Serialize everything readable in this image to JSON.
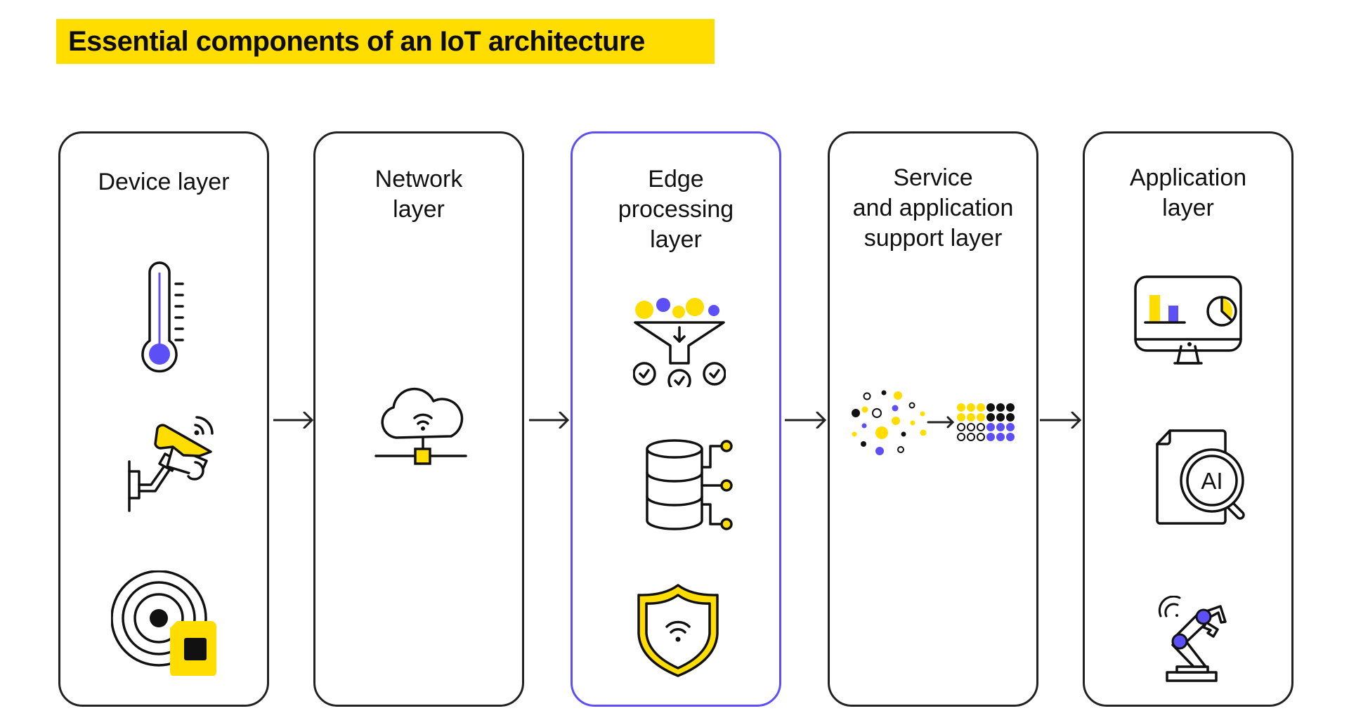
{
  "title": "Essential components of an IoT architecture",
  "colors": {
    "accent_yellow": "#ffdd00",
    "accent_purple": "#5b4ff5",
    "stroke": "#111111",
    "highlight_border": "#5b4ff5"
  },
  "layers": [
    {
      "title_lines": [
        "Device layer"
      ],
      "highlighted": false,
      "icons": [
        "thermometer-icon",
        "security-camera-icon",
        "sensor-chip-icon"
      ]
    },
    {
      "title_lines": [
        "Network",
        "layer"
      ],
      "highlighted": false,
      "icons": [
        "cloud-network-icon"
      ]
    },
    {
      "title_lines": [
        "Edge",
        "processing",
        "layer"
      ],
      "highlighted": true,
      "icons": [
        "data-filter-funnel-icon",
        "database-connections-icon",
        "security-shield-wifi-icon"
      ]
    },
    {
      "title_lines": [
        "Service",
        "and application",
        "support layer"
      ],
      "highlighted": false,
      "icons": [
        "data-structuring-icon"
      ]
    },
    {
      "title_lines": [
        "Application",
        "layer"
      ],
      "highlighted": false,
      "icons": [
        "dashboard-monitor-icon",
        "ai-document-search-icon",
        "robotic-arm-icon"
      ]
    }
  ],
  "connectors": [
    "arrow-right",
    "arrow-right",
    "arrow-right",
    "arrow-right"
  ]
}
